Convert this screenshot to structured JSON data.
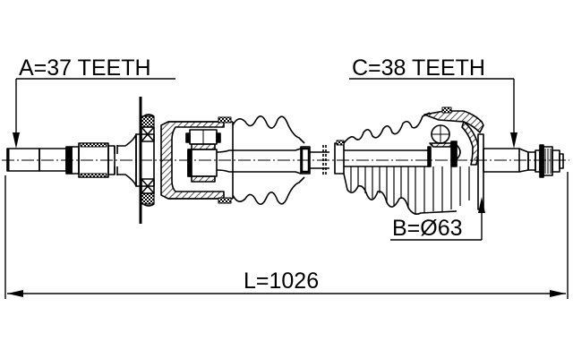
{
  "drawing": {
    "type": "drive shaft (CV axle) technical drawing",
    "line_color": "#000000",
    "background": "#ffffff"
  },
  "labels": {
    "a_teeth": "A=37 TEETH",
    "c_teeth": "C=38 TEETH",
    "b_diameter": "B=Ø63",
    "length": "L=1026"
  },
  "specs": {
    "A": {
      "name": "A",
      "value": 37,
      "unit": "teeth"
    },
    "B": {
      "name": "B",
      "value": 63,
      "unit": "diameter"
    },
    "C": {
      "name": "C",
      "value": 38,
      "unit": "teeth"
    },
    "L": {
      "name": "L",
      "value": 1026,
      "unit": "length"
    }
  }
}
